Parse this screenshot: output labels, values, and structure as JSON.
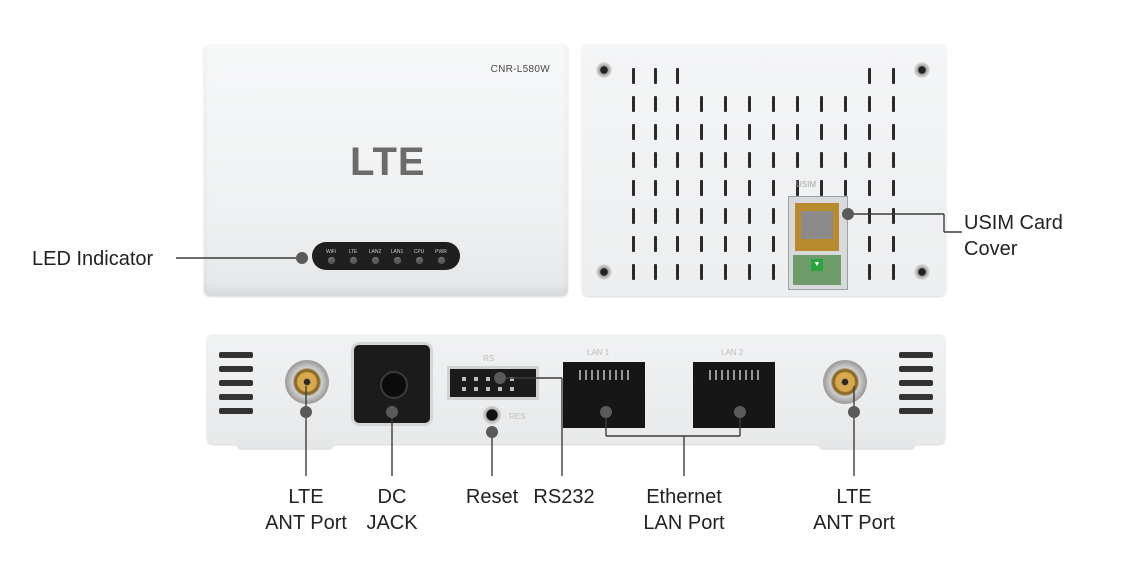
{
  "front": {
    "model": "CNR-L580W",
    "logo": "LTE",
    "leds": [
      "WiFi",
      "LTE",
      "LAN2",
      "LAN1",
      "CPU",
      "PWR"
    ]
  },
  "back": {
    "usim_slot_label": "USIM"
  },
  "side": {
    "rs232_mark": "RS",
    "lan1_mark": "LAN 1",
    "lan2_mark": "LAN 2",
    "reset_mark": "RES"
  },
  "labels": {
    "led_indicator": "LED Indicator",
    "usim_line1": "USIM Card",
    "usim_line2": "Cover",
    "lte_ant_left_line1": "LTE",
    "lte_ant_left_line2": "ANT Port",
    "dc_line1": "DC",
    "dc_line2": "JACK",
    "reset": "Reset",
    "rs232": "RS232",
    "ethernet_line1": "Ethernet",
    "ethernet_line2": "LAN Port",
    "lte_ant_right_line1": "LTE",
    "lte_ant_right_line2": "ANT Port"
  }
}
